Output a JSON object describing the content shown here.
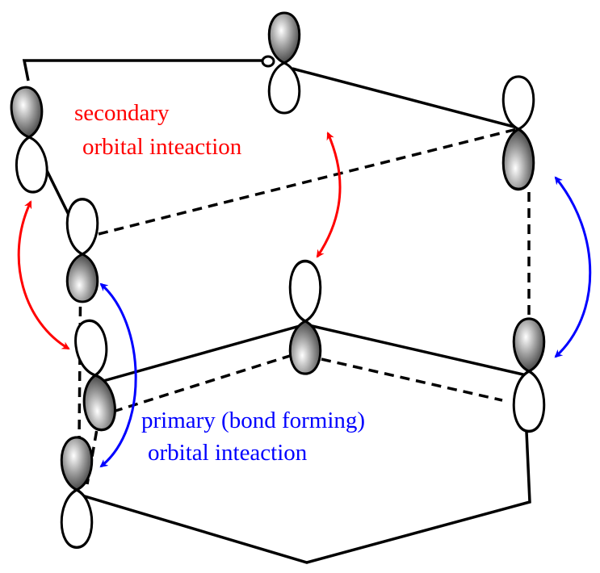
{
  "labels": {
    "secondary_line1": "secondary",
    "secondary_line2": "orbital inteaction",
    "primary_line1": "primary (bond forming)",
    "primary_line2": "orbital inteaction"
  },
  "colors": {
    "secondary": "#ff0000",
    "primary": "#0000ff",
    "bond": "#000000"
  }
}
